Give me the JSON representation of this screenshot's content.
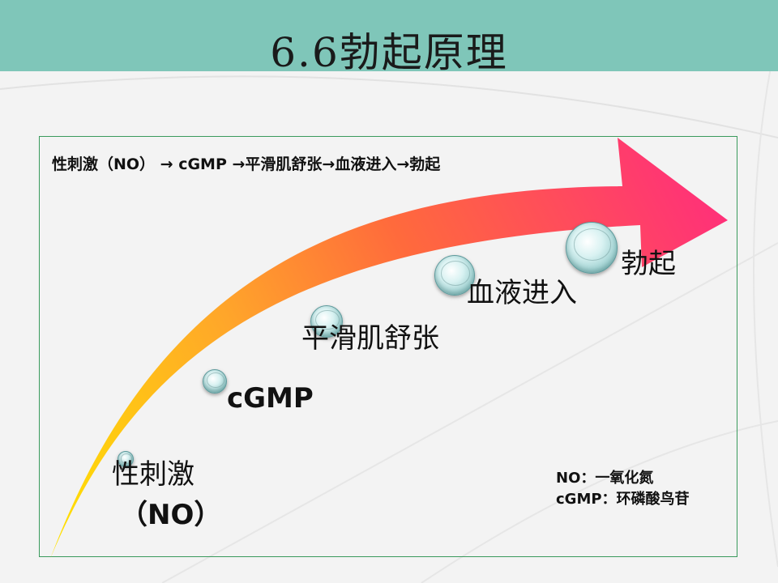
{
  "slide": {
    "title": "6.6勃起原理",
    "flow_text": "性刺激（NO） → cGMP →平滑肌舒张→血液进入→勃起",
    "steps": [
      {
        "label_line1": "性刺激",
        "label_line2": "（NO）"
      },
      {
        "label": "cGMP"
      },
      {
        "label": "平滑肌舒张"
      },
      {
        "label": "血液进入"
      },
      {
        "label": "勃起"
      }
    ],
    "legend": {
      "line1": "NO：一氧化氮",
      "line2": "cGMP：环磷酸鸟苷"
    }
  },
  "colors": {
    "title_bar": "#7fc6b9",
    "frame_border": "#3a9a5c",
    "arrow_start": "#ffe400",
    "arrow_mid": "#ff8a2a",
    "arrow_end": "#ff2f7a"
  }
}
